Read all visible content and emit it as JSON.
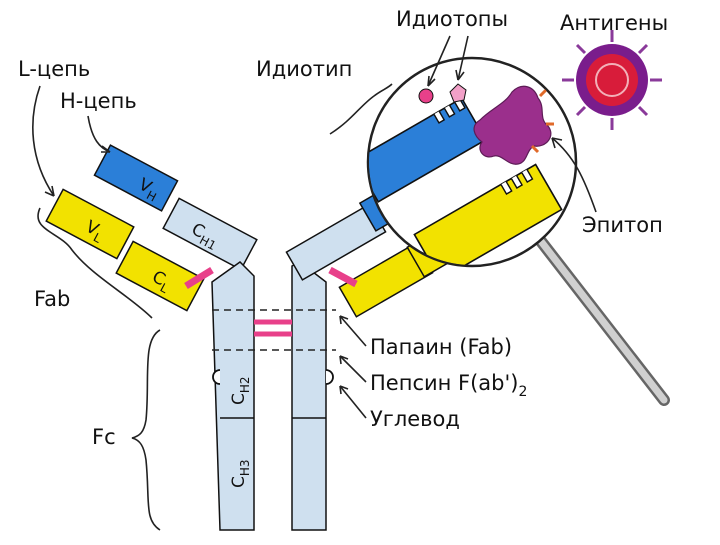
{
  "labels": {
    "l_chain": "L-цепь",
    "h_chain": "Н-цепь",
    "fab": "Fab",
    "fc": "Fc",
    "idiotype": "Идиотип",
    "idiotopes": "Идиотопы",
    "antigens": "Антигены",
    "epitope": "Эпитоп",
    "papain": "Папаин (Fab)",
    "pepsin": "Пепсин F(ab')",
    "pepsin_sub": "2",
    "carbohydrate": "Углевод"
  },
  "domains": {
    "vh_main": "V",
    "vh_sub": "H",
    "vl_main": "V",
    "vl_sub": "L",
    "ch1_main": "C",
    "ch1_sub": "H1",
    "cl_main": "C",
    "cl_sub": "L",
    "ch2_main": "C",
    "ch2_sub": "H2",
    "ch3_main": "C",
    "ch3_sub": "H3"
  },
  "colors": {
    "heavy_chain_v": "#2b7fd8",
    "heavy_chain_c": "#cfe0ef",
    "light_chain": "#f2e200",
    "disulfide": "#e8408a",
    "antigen_core": "#d81c3a",
    "antigen_ring": "#7a1d8c",
    "antigen_spikes": "#8a3a9a",
    "epitope_blob": "#9b2f8c",
    "magnifier_handle": "#c8c8c8"
  }
}
